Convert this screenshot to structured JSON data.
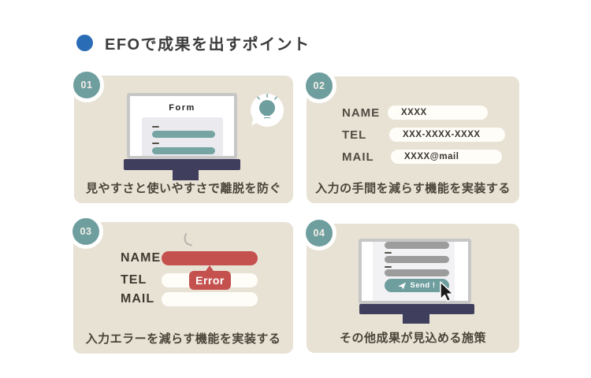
{
  "title": {
    "text": "EFOで成果を出すポイント",
    "bullet_icon": "blue-circle"
  },
  "colors": {
    "accent_blue": "#2a6cb5",
    "teal": "#6f9e9f",
    "card_beige": "#e8e2d5",
    "error_red": "#c5514f",
    "monitor_navy": "#403e5d"
  },
  "cards": [
    {
      "number": "01",
      "caption": "見やすさと使いやすさで離脱を防ぐ",
      "screen_heading": "Form",
      "icons": [
        "lightbulb-icon"
      ]
    },
    {
      "number": "02",
      "caption": "入力の手間を減らす機能を実装する",
      "fields": [
        {
          "label": "NAME",
          "value": "XXXX"
        },
        {
          "label": "TEL",
          "value": "XXX-XXXX-XXXX"
        },
        {
          "label": "MAIL",
          "value": "XXXX@mail"
        }
      ]
    },
    {
      "number": "03",
      "caption": "入力エラーを減らす機能を実装する",
      "fields": [
        {
          "label": "NAME"
        },
        {
          "label": "TEL"
        },
        {
          "label": "MAIL"
        }
      ],
      "error_badge": "Error"
    },
    {
      "number": "04",
      "caption": "その他成果が見込める施策",
      "send_button": "Send !",
      "icons": [
        "paper-plane-icon",
        "cursor-icon"
      ]
    }
  ]
}
